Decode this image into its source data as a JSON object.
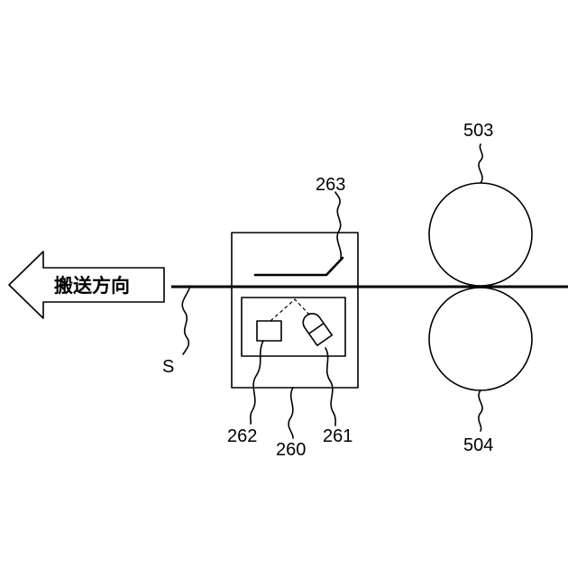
{
  "diagram": {
    "direction_label": "搬送方向",
    "labels": {
      "sheet": "S",
      "unit": "260",
      "light_source": "261",
      "sensor": "262",
      "guide": "263",
      "upper_roller": "503",
      "lower_roller": "504"
    }
  }
}
